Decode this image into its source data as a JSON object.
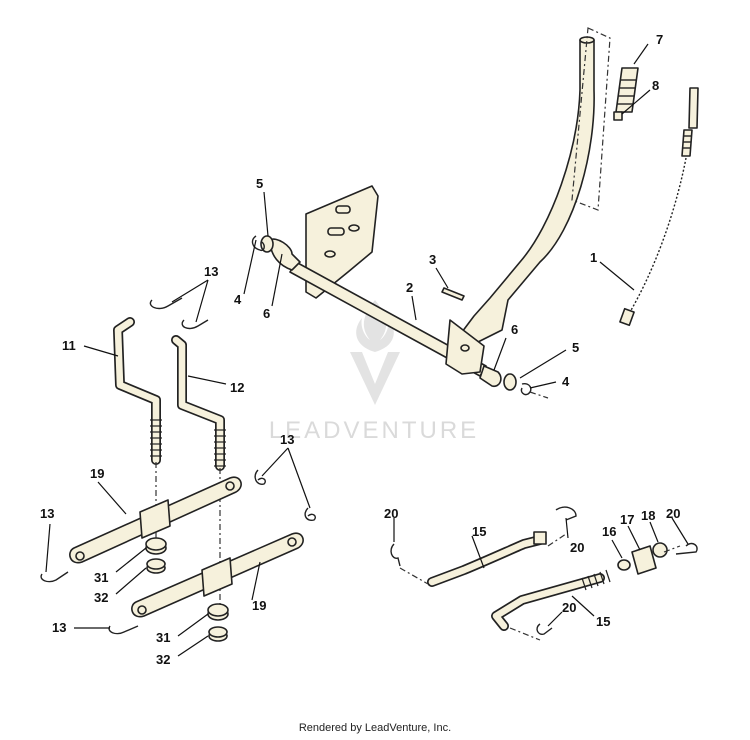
{
  "watermark": {
    "text": "LEADVENTURE"
  },
  "footer": {
    "text": "Rendered by LeadVenture, Inc."
  },
  "callouts": {
    "c1": "1",
    "c2": "2",
    "c3": "3",
    "c4a": "4",
    "c4b": "4",
    "c5a": "5",
    "c5b": "5",
    "c6a": "6",
    "c6b": "6",
    "c7": "7",
    "c8": "8",
    "c11": "11",
    "c12": "12",
    "c13a": "13",
    "c13b": "13",
    "c13c": "13",
    "c13d": "13",
    "c15a": "15",
    "c15b": "15",
    "c16": "16",
    "c17": "17",
    "c18": "18",
    "c19a": "19",
    "c19b": "19",
    "c20a": "20",
    "c20b": "20",
    "c20c": "20",
    "c20d": "20",
    "c31a": "31",
    "c31b": "31",
    "c32a": "32",
    "c32b": "32"
  }
}
